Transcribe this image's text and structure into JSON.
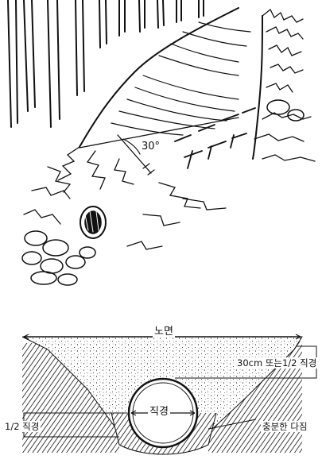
{
  "top_illustration": {
    "angle_label": "30°"
  },
  "cross_section": {
    "road_surface_label": "노면",
    "cover_depth_label": "30cm 또는1/2 직경",
    "diameter_label": "직경",
    "half_diameter_label": "1/2 직경",
    "compaction_label": "충분한 다짐"
  },
  "colors": {
    "ink": "#111111",
    "paper": "#ffffff"
  }
}
